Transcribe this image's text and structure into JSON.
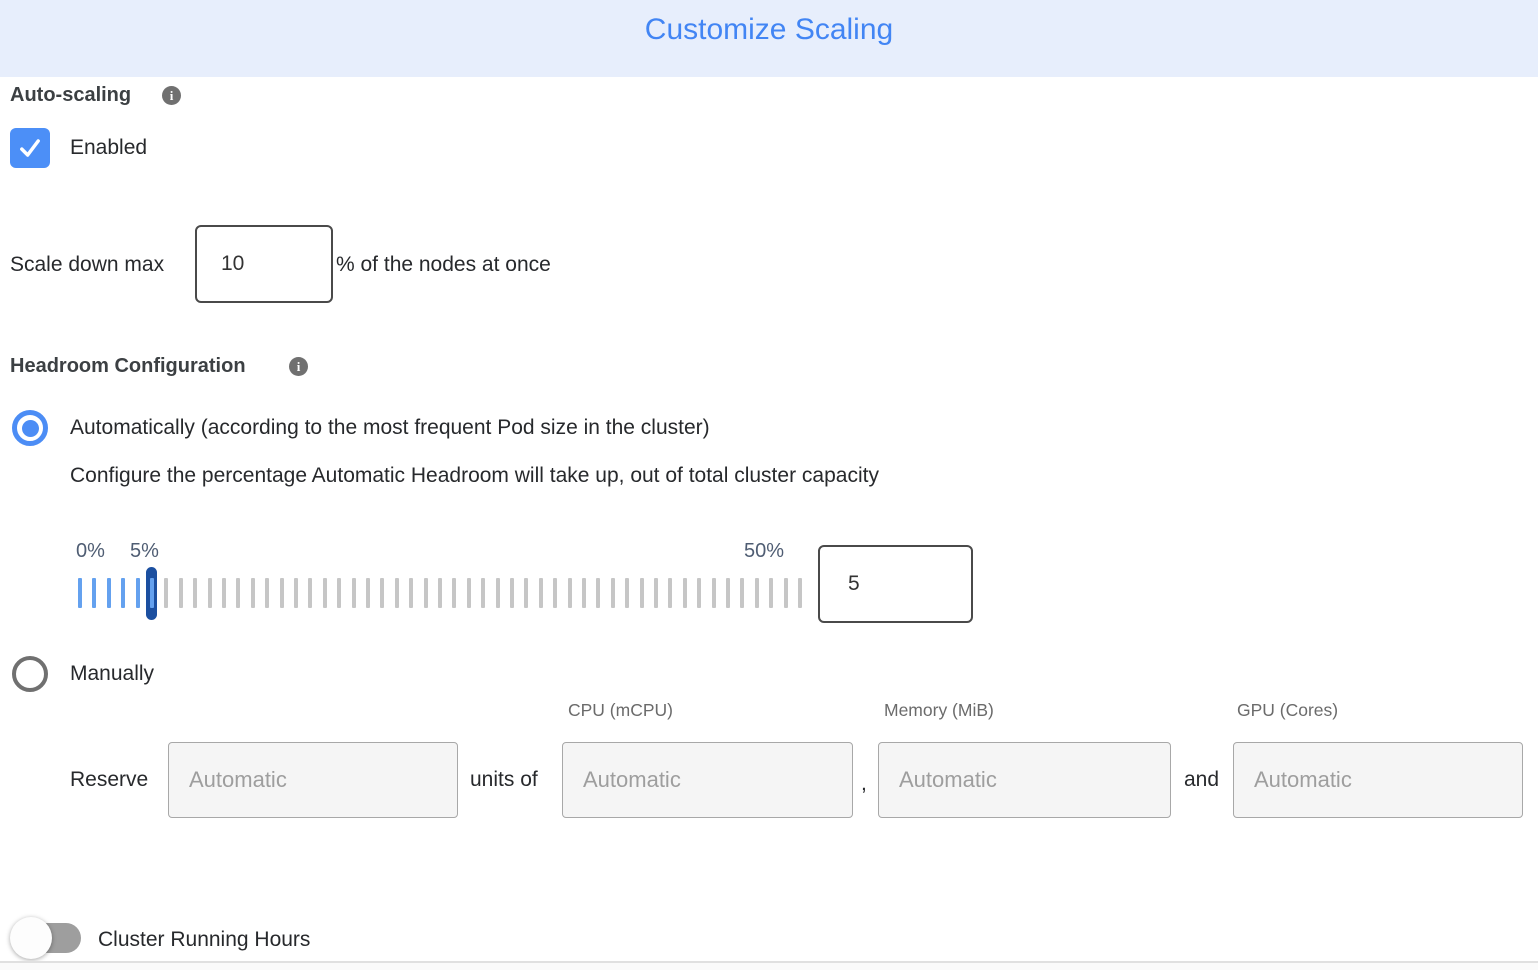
{
  "header": {
    "title": "Customize Scaling"
  },
  "auto_scaling": {
    "label": "Auto-scaling",
    "enabled_label": "Enabled",
    "enabled_checked": true
  },
  "scale_down": {
    "prefix": "Scale down max",
    "value": "10",
    "suffix": "% of the nodes at once"
  },
  "headroom": {
    "label": "Headroom Configuration",
    "automatic_option": {
      "label": "Automatically (according to the most frequent Pod size in the cluster)",
      "selected": true,
      "description": "Configure the percentage Automatic Headroom will take up, out of total cluster capacity"
    },
    "slider": {
      "min_label": "0%",
      "current_label": "5%",
      "max_label": "50%",
      "value": "5",
      "tick_count": 51,
      "blue_tick_count": 6,
      "handle_index": 5,
      "tick_start_x": 78,
      "tick_spacing": 14.4,
      "colors": {
        "blue_tick": "#64a1ef",
        "gray_tick": "#c6c6c6",
        "handle": "#1b4fa0"
      }
    },
    "manual_option": {
      "label": "Manually",
      "selected": false
    },
    "reserve": {
      "label": "Reserve",
      "count_placeholder": "Automatic",
      "units_of_label": "units of",
      "comma_separator": ",",
      "and_separator": "and",
      "columns": [
        {
          "header": "CPU (mCPU)",
          "placeholder": "Automatic"
        },
        {
          "header": "Memory (MiB)",
          "placeholder": "Automatic"
        },
        {
          "header": "GPU (Cores)",
          "placeholder": "Automatic"
        }
      ]
    }
  },
  "cluster_running_hours": {
    "label": "Cluster Running Hours",
    "enabled": false
  },
  "colors": {
    "header_bg": "#e7eefc",
    "title_blue": "#4285f4",
    "checkbox_blue": "#4c8ff7",
    "radio_blue": "#4c8df5",
    "slider_blue_tick": "#64a1ef",
    "slider_gray_tick": "#c6c6c6",
    "slider_handle": "#1b4fa0",
    "toggle_off_gray": "#9e9e9e",
    "input_border_dark": "#4a4a4a",
    "auto_input_bg": "#f5f5f5"
  }
}
